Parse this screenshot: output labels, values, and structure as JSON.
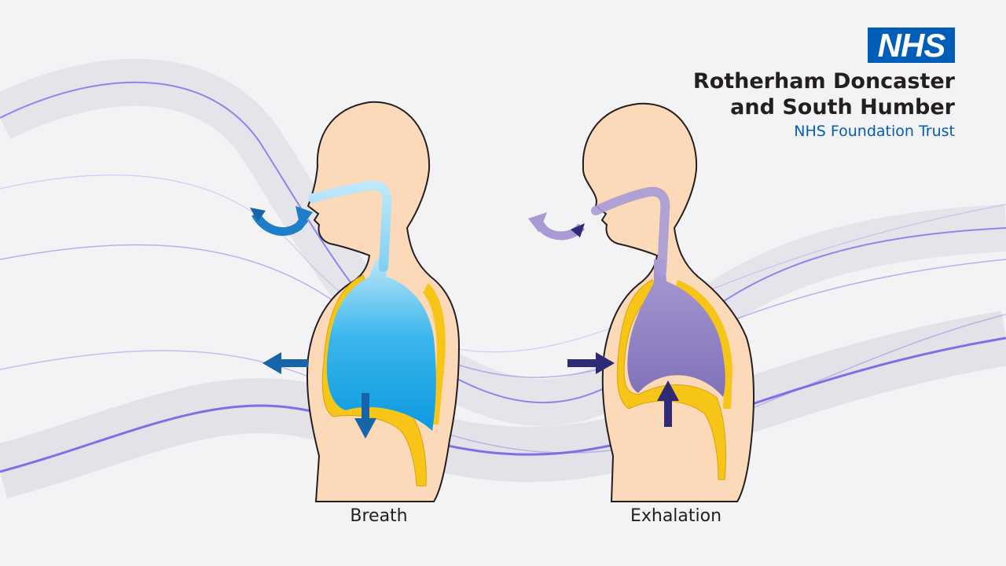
{
  "logo": {
    "text": "NHS"
  },
  "org": {
    "line1": "Rotherham Doncaster",
    "line2": "and South Humber",
    "line3": "NHS Foundation Trust"
  },
  "panels": [
    {
      "label": "Breath"
    },
    {
      "label": "Exhalation"
    }
  ],
  "colors": {
    "nhs_blue": "#005eb8",
    "skin": "#fcd9b8",
    "lung_inhale": "#1aa7e8",
    "lung_exhale": "#8b7bc0",
    "arrow_inhale": "#1565a8",
    "arrow_exhale": "#2e2a78",
    "diaphragm": "#f6c21a",
    "wave": "#5b4ce0"
  }
}
